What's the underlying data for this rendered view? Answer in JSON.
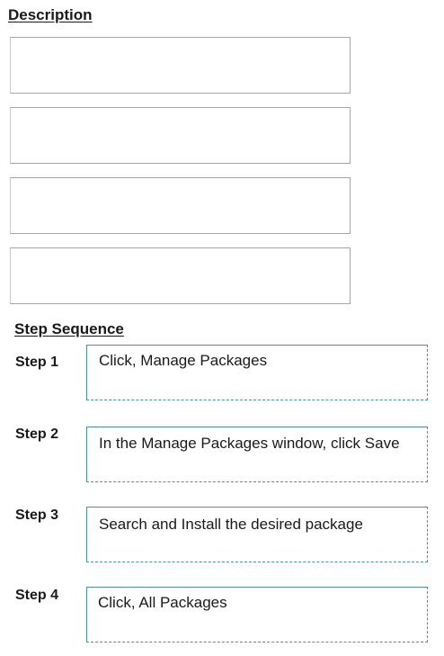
{
  "description": {
    "heading": "Description",
    "boxes": [
      "",
      "",
      "",
      ""
    ]
  },
  "sequence": {
    "heading": "Step Sequence",
    "steps": [
      {
        "label": "Step 1",
        "text": "Click, Manage Packages"
      },
      {
        "label": "Step 2",
        "text": "In the Manage Packages window, click Save"
      },
      {
        "label": "Step 3",
        "text": "Search and Install the desired package"
      },
      {
        "label": "Step 4",
        "text": "Click, All Packages"
      }
    ]
  }
}
